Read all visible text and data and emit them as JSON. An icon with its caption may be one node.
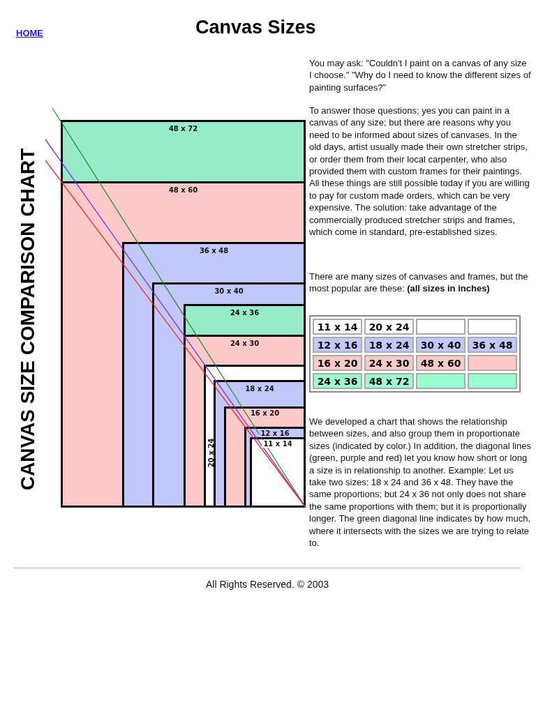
{
  "diagram": {
    "title": "Canvas Sizes",
    "caption": "All Rights Reserved. © 2003",
    "nodes": [
      {
        "text": [
          "48 x 72"
        ]
      },
      {
        "text": [
          "48 x 60"
        ],
        "in": 0
      },
      {
        "text": [
          "36 x 48"
        ],
        "in": 1
      },
      {
        "text": [
          "30 x 40"
        ],
        "in": 2
      },
      {
        "text": [
          "24 x 36"
        ],
        "in": 3
      },
      {
        "text": [
          "24 x 30"
        ],
        "in": 4
      },
      {
        "text": [
          "20 x 24"
        ],
        "in": 5
      },
      {
        "text": [
          "18 x 24"
        ],
        "in": 6
      },
      {
        "text": [
          "16 x 20"
        ],
        "in": 7
      },
      {
        "text": [
          "12 x 16"
        ],
        "in": 8
      },
      {
        "text": [
          "11 x 14"
        ],
        "in": 9
      }
    ],
    "edges": [],
    "labels": [
      "HOME",
      "CANVAS SIZE COMPARISON CHART",
      "You may ask: \"Couldn't I paint on a canvas of any size I choose.\" \"Why do I need to know the different sizes of painting surfaces?\"",
      "To answer those questions; yes you can paint in a canvas of any size; but there are reasons why you need to be informed about sizes of canvases. In the old days, artist usually made their own stretcher strips, or order them from their local carpenter, who also provided them with custom frames for their paintings. All these things are still possible today if you are willing to pay for custom made orders, which can be very expensive. The solution: take advantage of the commercially produced stretcher strips and frames, which come in standard, pre-established sizes.",
      "There are many sizes of canvases and frames, but the most popular are these: **(all sizes in inches)**",
      "11 x 14",
      "20 x 24",
      "12 x 16",
      "18 x 24",
      "30 x 40",
      "36 x 48",
      "16 x 20",
      "24 x 30",
      "48 x 60",
      "24 x 36",
      "48 x 72",
      "We developed a chart that shows the relationship between sizes, and also group them in proportionate sizes (indicated by color.) In addition, the diagonal lines (green, purple and red) let you know how short or long a size is in relationship to another. Example: Let us take two sizes: 18 x 24 and 36 x 48. They have the same proportions; but 24 x 36 not only does not share the same proportions with them; but it is proportionally longer. The green diagonal line indicates by how much, where it intersects with the sizes we are trying to relate to."
    ]
  }
}
